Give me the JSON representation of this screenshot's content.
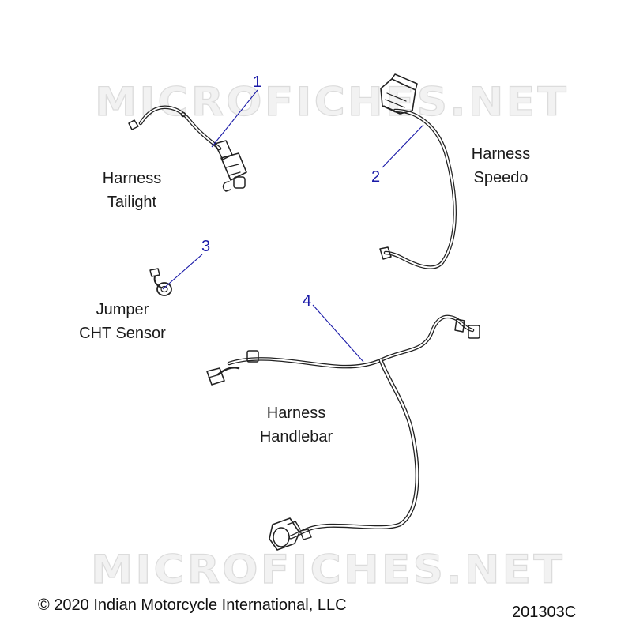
{
  "watermark": "MICROFICHES.NET",
  "colors": {
    "callout": "#1a1aa8",
    "line_art": "#222222",
    "text": "#1a1a1a"
  },
  "parts": [
    {
      "number": "1",
      "name_line1": "Harness",
      "name_line2": "Tailight"
    },
    {
      "number": "2",
      "name_line1": "Harness",
      "name_line2": "Speedo"
    },
    {
      "number": "3",
      "name_line1": "Jumper",
      "name_line2": "CHT Sensor"
    },
    {
      "number": "4",
      "name_line1": "Harness",
      "name_line2": "Handlebar"
    }
  ],
  "footer": {
    "copyright": "© 2020 Indian Motorcycle International, LLC",
    "diagram_code": "201303C"
  }
}
